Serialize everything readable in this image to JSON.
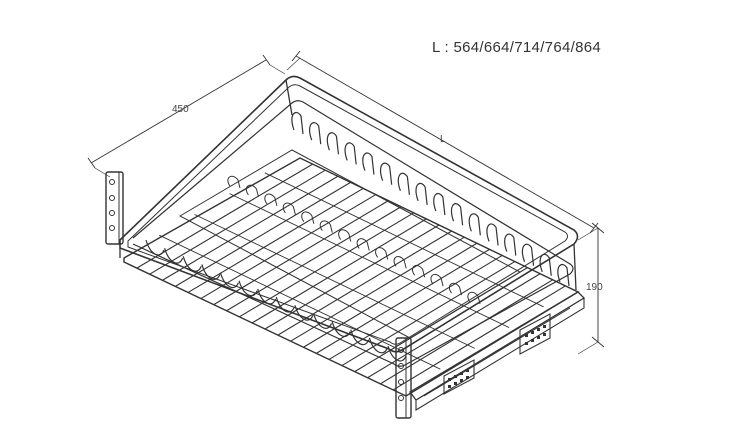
{
  "spec": {
    "length_options_label": "L : 564/664/714/764/864"
  },
  "dimensions": {
    "width_label": "450",
    "length_label": "L",
    "height_label": "190"
  },
  "colors": {
    "line": "#333333",
    "dim_line": "#444444",
    "background": "#ffffff"
  }
}
